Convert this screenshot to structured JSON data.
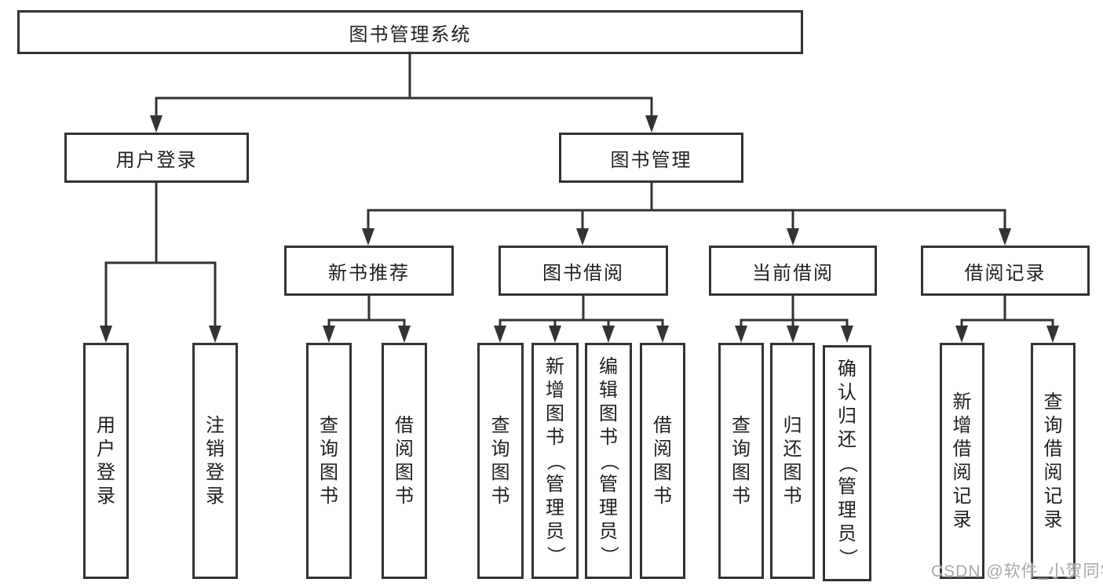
{
  "diagram": {
    "title": "图书管理系统",
    "nodes": {
      "root": "图书管理系统",
      "user_login": "用户登录",
      "book_mgmt": "图书管理",
      "new_book": "新书推荐",
      "book_borrow": "图书借阅",
      "current_borrow": "当前借阅",
      "borrow_record": "借阅记录",
      "leaves": [
        "用户登录",
        "注销登录",
        "查询图书",
        "借阅图书",
        "查询图书",
        "新增图书（管理员）",
        "编辑图书（管理员）",
        "借阅图书",
        "查询图书",
        "归还图书",
        "确认归还（管理员）",
        "新增借阅记录",
        "查询借阅记录"
      ]
    },
    "colors": {
      "line": "#333333",
      "box_border": "#333333",
      "text": "#1f1f1f",
      "background": "#ffffff",
      "watermark": "#a8a8a8"
    }
  },
  "watermark": {
    "text": "CSDN @软件_小贺同学"
  }
}
